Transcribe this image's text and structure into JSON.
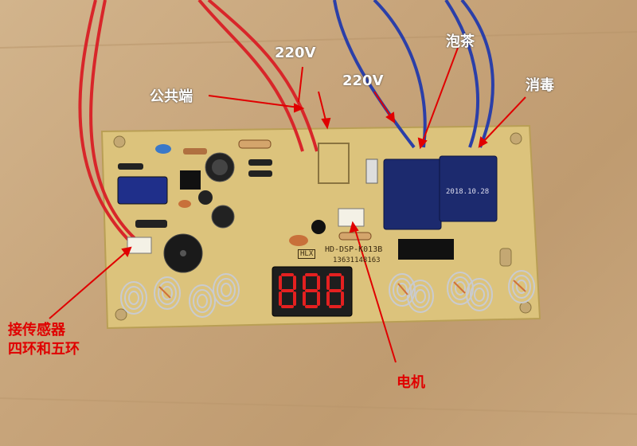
{
  "annotations": {
    "common_terminal": "公共端",
    "voltage_left": "220V",
    "voltage_right": "220V",
    "brew_tea": "泡茶",
    "disinfect": "消毒",
    "sensor_line1": "接传感器",
    "sensor_line2": "四环和五环",
    "motor": "电机"
  },
  "board": {
    "model": "HD-DSP-K013B",
    "phone": "13631148163",
    "relay_date": "2018.10.28",
    "display_digits": "888",
    "brand": "HLX"
  },
  "colors": {
    "board": "#d9c27a",
    "red_wire": "#d8262a",
    "blue_wire": "#2b3fa8",
    "arrow": "#e00000",
    "relay": "#1c2a6e",
    "display": "#1e1e1e",
    "segment": "#e52020"
  }
}
